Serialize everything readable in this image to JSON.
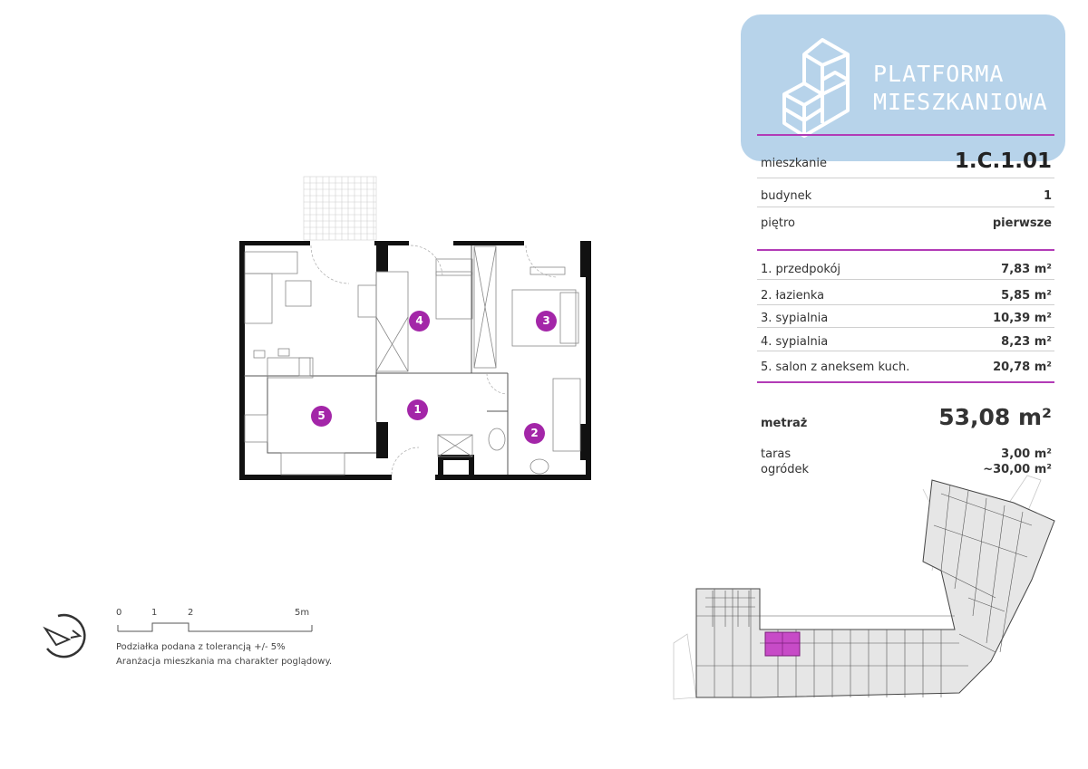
{
  "brand": {
    "line1": "PLATFORMA",
    "line2": "MIESZKANIOWA",
    "accent": "#b23bb6",
    "logo_bg": "#b7d3ea"
  },
  "apartment": {
    "label": "mieszkanie",
    "code": "1.C.1.01"
  },
  "building": {
    "label": "budynek",
    "value": "1"
  },
  "floor": {
    "label": "piętro",
    "value": "pierwsze"
  },
  "rooms": [
    {
      "label": "1. przedpokój",
      "area": "7,83 m²"
    },
    {
      "label": "2. łazienka",
      "area": "5,85 m²"
    },
    {
      "label": "3. sypialnia",
      "area": "10,39 m²"
    },
    {
      "label": "4. sypialnia",
      "area": "8,23 m²"
    },
    {
      "label": "5. salon z aneksem kuch.",
      "area": "20,78 m²"
    }
  ],
  "total": {
    "label": "metraż",
    "value": "53,08 m²"
  },
  "extras": [
    {
      "label": "taras",
      "value": "3,00 m²"
    },
    {
      "label": "ogródek",
      "value": "~30,00 m²"
    }
  ],
  "markers": [
    "1",
    "2",
    "3",
    "4",
    "5"
  ],
  "scale": {
    "ticks": [
      "0",
      "1",
      "2",
      "5m"
    ]
  },
  "notes": [
    "Podziałka podana z tolerancją +/- 5%",
    "Aranżacja mieszkania ma charakter poglądowy."
  ]
}
